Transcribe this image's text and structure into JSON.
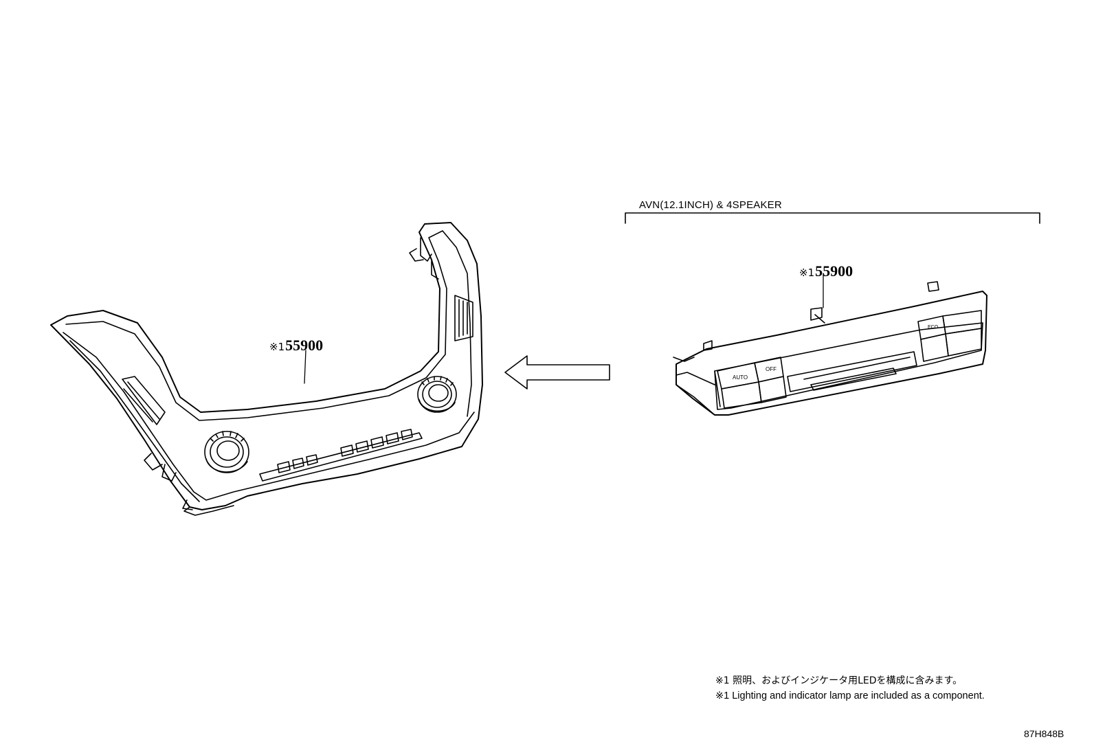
{
  "section_label": "AVN(12.1INCH) & 4SPEAKER",
  "callouts": {
    "left": {
      "mark": "※1",
      "part_number": "55900"
    },
    "right": {
      "mark": "※1",
      "part_number": "55900"
    }
  },
  "notes": {
    "japanese": "※1 照明、およびインジケータ用LEDを構成に含みます。",
    "english": "※1 Lighting and indicator lamp are included as a component."
  },
  "diagram_id": "87H848B"
}
